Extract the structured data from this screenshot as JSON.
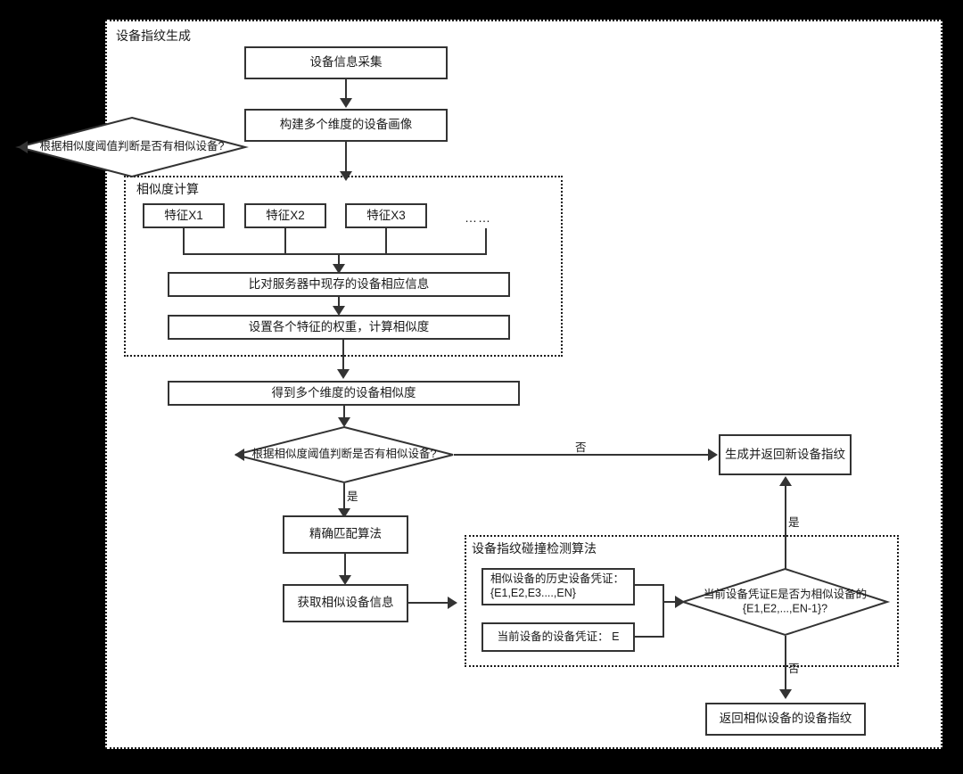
{
  "diagram": {
    "title": "设备指纹生成",
    "type": "flowchart",
    "background": "#000000",
    "surface": "#ffffff",
    "stroke": "#333333",
    "groups": [
      {
        "id": "outer",
        "label": "设备指纹生成"
      },
      {
        "id": "similarity",
        "label": "相似度计算"
      },
      {
        "id": "collision",
        "label": "设备指纹碰撞检测算法"
      }
    ],
    "nodes": {
      "collect": "设备信息采集",
      "profile": "构建多个维度的设备画像",
      "feature_x1": "特征X1",
      "feature_x2": "特征X2",
      "feature_x3": "特征X3",
      "feature_more": "……",
      "compare": "比对服务器中现存的设备相应信息",
      "weights": "设置各个特征的权重，计算相似度",
      "similarity_result": "得到多个维度的设备相似度",
      "decision_similar": "根据相似度阈值判断是否有相似设备?",
      "decision_similar_stray": "根据相似度阈值判断是否有相似设备?",
      "new_fingerprint": "生成并返回新设备指纹",
      "exact_match": "精确匹配算法",
      "get_similar_info": "获取相似设备信息",
      "history_credentials": "相似设备的历史设备凭证：\n{E1,E2,E3....,EN}",
      "current_credential": "当前设备的设备凭证： E",
      "decision_collision": "当前设备凭证E是否为相似设备的\n{E1,E2,...,EN-1}?",
      "return_similar_fingerprint": "返回相似设备的设备指纹"
    },
    "edge_labels": {
      "similar_no": "否",
      "similar_yes": "是",
      "collision_yes": "是",
      "collision_no": "否"
    }
  }
}
